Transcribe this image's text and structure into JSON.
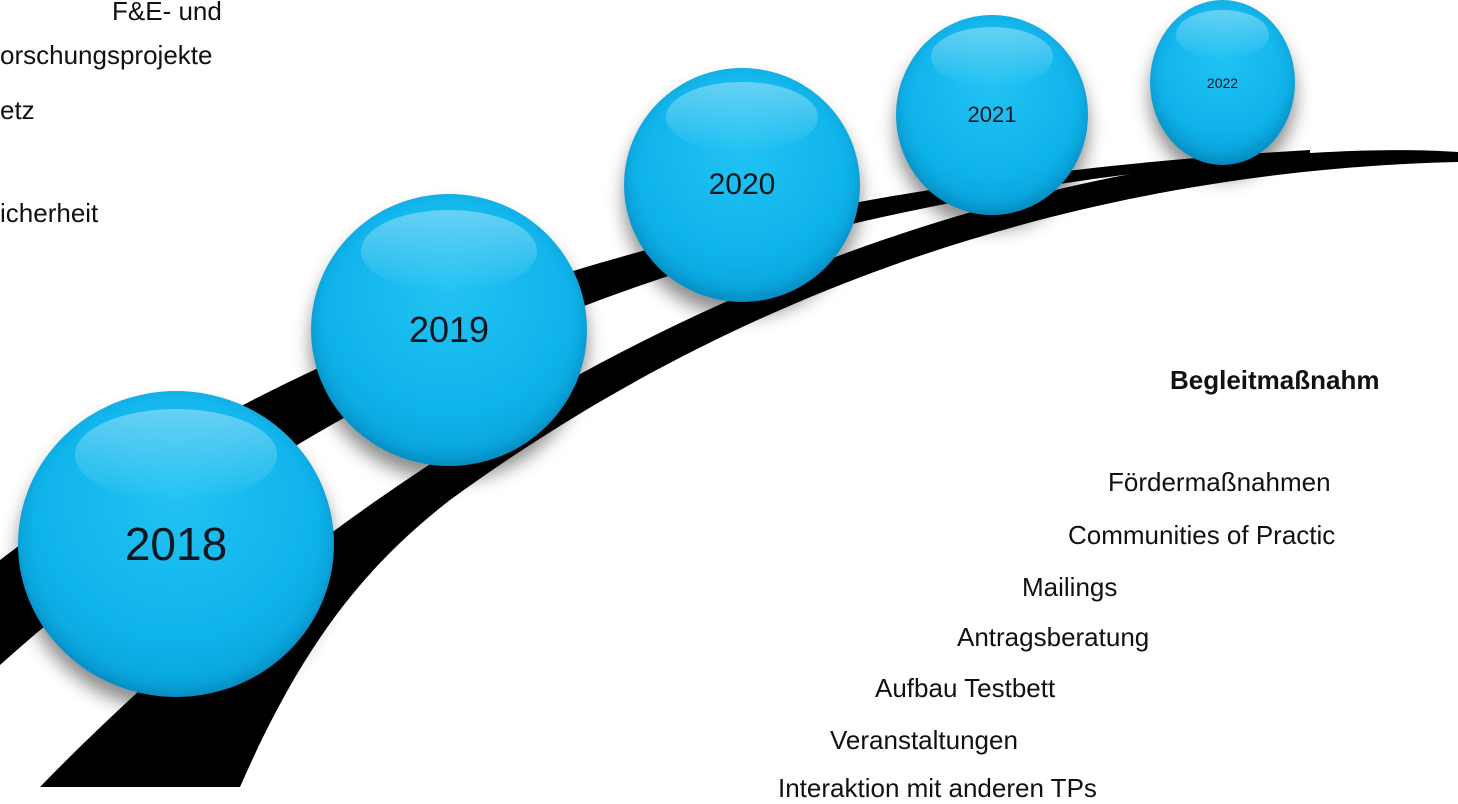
{
  "left_text": [
    "F&E- und",
    "orschungsprojekte",
    "etz",
    "icherheit"
  ],
  "timeline": {
    "years": [
      "2018",
      "2019",
      "2020",
      "2021",
      "2022"
    ],
    "bubble_color": "#0fb3eb"
  },
  "measures": {
    "heading": "Begleitmaßnahm",
    "items": [
      "Fördermaßnahmen",
      "Communities of Practic",
      "Mailings",
      "Antragsberatung",
      "Aufbau Testbett",
      "Veranstaltungen",
      "Interaktion mit anderen TPs"
    ]
  },
  "road_color": "#000000"
}
